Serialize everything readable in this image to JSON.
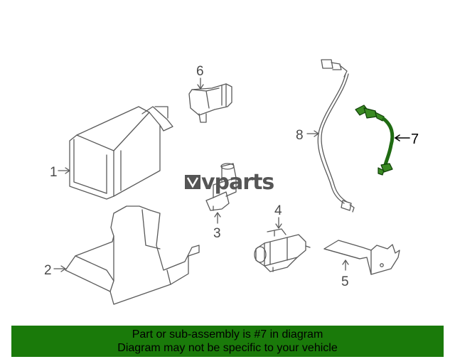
{
  "diagram": {
    "callouts": {
      "c1": "1",
      "c2": "2",
      "c3": "3",
      "c4": "4",
      "c5": "5",
      "c6": "6",
      "c7": "7",
      "c8": "8"
    },
    "highlighted_part": "7",
    "colors": {
      "line": "#5a5a5a",
      "highlight": "#1f6b12",
      "banner": "#1a7a0a"
    }
  },
  "watermark": {
    "text": "vparts"
  },
  "banner": {
    "line1": "Part or sub-assembly is #7 in diagram",
    "line2": "Diagram may not be specific to your vehicle"
  }
}
